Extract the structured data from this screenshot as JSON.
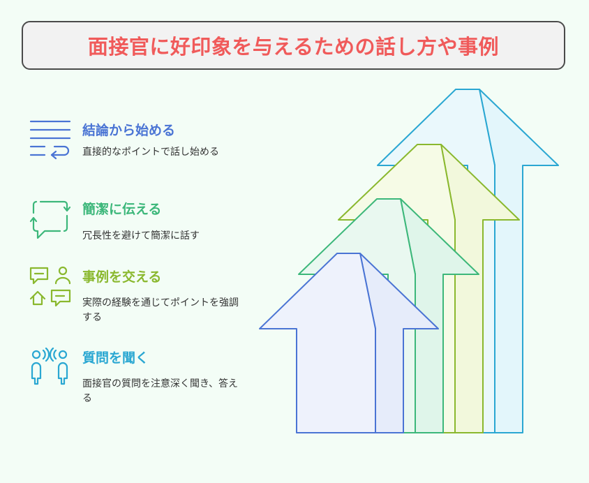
{
  "title": "面接官に好印象を与えるための話し方や事例",
  "colors": {
    "background": "#f3fdf6",
    "title": "#f05a5a",
    "blue": "#4a74d4",
    "green": "#3cb77a",
    "olive": "#8ab82e",
    "cyan": "#2aa7d2"
  },
  "items": [
    {
      "heading": "結論から始める",
      "description": "直接的なポイントで話し始める",
      "icon": "lines-return-icon"
    },
    {
      "heading": "簡潔に伝える",
      "description": "冗長性を避けて簡潔に話す",
      "icon": "speech-bubble-arrows-icon"
    },
    {
      "heading": "事例を交える",
      "description": "実際の経験を通じてポイントを強調する",
      "icon": "chat-person-home-icon"
    },
    {
      "heading": "質問を聞く",
      "description": "面接官の質問を注意深く聞き、答える",
      "icon": "people-talking-icon"
    }
  ],
  "arrows": [
    {
      "order": 1,
      "color": "#4a74d4"
    },
    {
      "order": 2,
      "color": "#3cb77a"
    },
    {
      "order": 3,
      "color": "#8ab82e"
    },
    {
      "order": 4,
      "color": "#2aa7d2"
    }
  ]
}
